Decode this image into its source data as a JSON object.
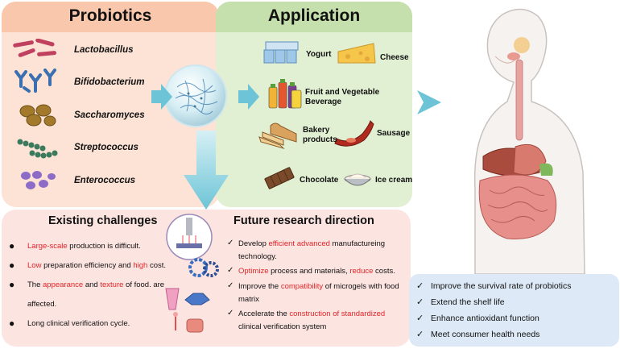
{
  "probiotics": {
    "title": "Probiotics",
    "items": [
      {
        "name": "Lactobacillus",
        "icon": "rod-bacteria-icon",
        "color": "#c0405f"
      },
      {
        "name": "Bifidobacterium",
        "icon": "y-bacteria-icon",
        "color": "#3a6fb0"
      },
      {
        "name": "Saccharomyces",
        "icon": "yeast-icon",
        "color": "#a37a2c"
      },
      {
        "name": "Streptococcus",
        "icon": "chain-bacteria-icon",
        "color": "#3b7a5c"
      },
      {
        "name": "Enterococcus",
        "icon": "cocci-icon",
        "color": "#8d6cc8"
      }
    ]
  },
  "application": {
    "title": "Application",
    "items": [
      {
        "line1": "Yogurt",
        "line2": "",
        "icon": "yogurt-icon"
      },
      {
        "line1": "Cheese",
        "line2": "",
        "icon": "cheese-icon"
      },
      {
        "line1": "Fruit and Vegetable",
        "line2": "Beverage",
        "icon": "juice-bottles-icon"
      },
      {
        "line1": "Bakery",
        "line2": "products",
        "icon": "bread-icon"
      },
      {
        "line1": "Sausage",
        "line2": "",
        "icon": "sausage-icon"
      },
      {
        "line1": "Chocolate",
        "line2": "",
        "icon": "chocolate-icon"
      },
      {
        "line1": "Ice cream",
        "line2": "",
        "icon": "ice-cream-icon"
      }
    ]
  },
  "challenges": {
    "title": "Existing challenges",
    "items": [
      {
        "a": "",
        "b": "Large-scale",
        "c": " production is difficult.",
        "d": "",
        "e": "",
        "f": "",
        "g": ""
      },
      {
        "a": "",
        "b": "Low",
        "c": " preparation efficiency and ",
        "d": "high",
        "e": " cost.",
        "f": "",
        "g": ""
      },
      {
        "a": "The ",
        "b": "appearance",
        "c": " and ",
        "d": "texture",
        "e": " of food. are",
        "f": "",
        "g": ""
      },
      {
        "a": "affected.",
        "b": "",
        "c": "",
        "d": "",
        "e": "",
        "f": "",
        "g": ""
      },
      {
        "a": "Long clinical verification cycle.",
        "b": "",
        "c": "",
        "d": "",
        "e": "",
        "f": "",
        "g": ""
      }
    ]
  },
  "future": {
    "title": "Future research direction",
    "items": [
      {
        "a": "Develop ",
        "b": "efficient advanced",
        "c": " manufactureing",
        "d": "",
        "e": ""
      },
      {
        "a": "technology.",
        "b": "",
        "c": "",
        "d": "",
        "e": ""
      },
      {
        "a": "",
        "b": "Optimize",
        "c": " process and materials, ",
        "d": "reduce",
        "e": " costs."
      },
      {
        "a": " Improve the ",
        "b": "compatibility",
        "c": " of microgels with food",
        "d": "",
        "e": ""
      },
      {
        "a": "matrix",
        "b": "",
        "c": "",
        "d": "",
        "e": ""
      },
      {
        "a": "Accelerate the ",
        "b": "construction of standardized",
        "c": "",
        "d": "",
        "e": ""
      },
      {
        "a": "clinical verification system",
        "b": "",
        "c": "",
        "d": "",
        "e": ""
      }
    ]
  },
  "benefits": {
    "items": [
      "Improve the survival rate of probiotics",
      "Extend the shelf life",
      "Enhance antioxidant function",
      "Meet consumer health needs"
    ]
  },
  "symbols": {
    "bullet": "●",
    "check": "✓"
  },
  "colors": {
    "highlight": "#e3262a",
    "arrow": "#6cc4d6"
  }
}
